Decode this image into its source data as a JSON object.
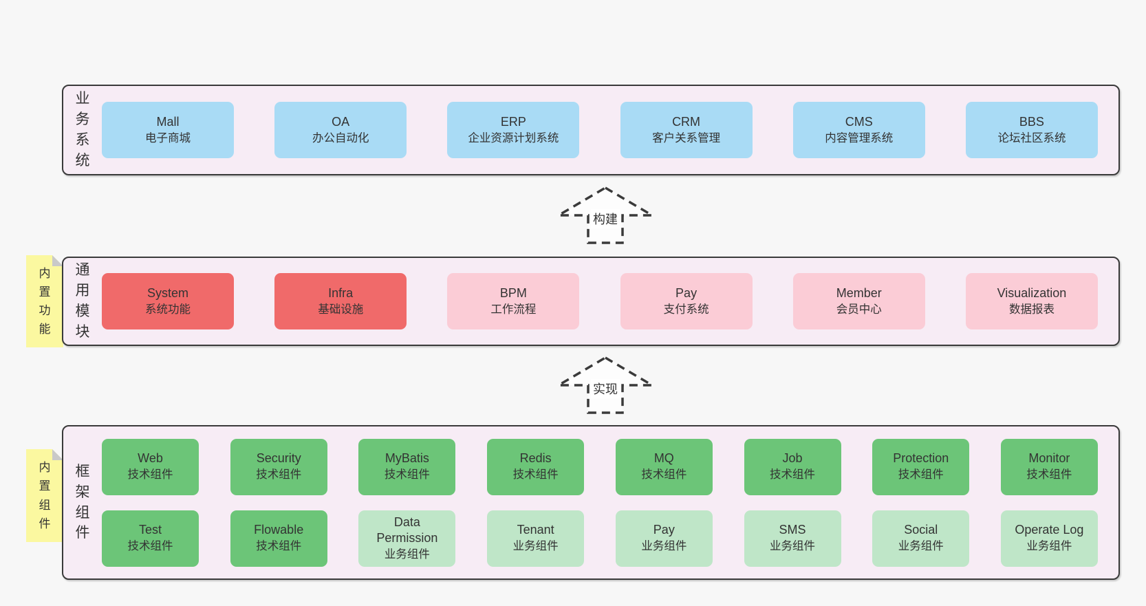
{
  "colors": {
    "page_bg": "#f7f7f7",
    "band_bg": "#f7ecf5",
    "band_border": "#3a3a3a",
    "business_box": "#a9dbf5",
    "core_module_box": "#f06a6a",
    "extend_module_box": "#fbccd6",
    "tech_component_box": "#6cc578",
    "biz_component_box": "#bfe6c8",
    "sticky_note": "#fbf8a0",
    "text": "#333333"
  },
  "arrows": [
    {
      "label": "构建"
    },
    {
      "label": "实现"
    }
  ],
  "bands": {
    "business": {
      "label": "业务系统",
      "boxes": [
        {
          "name": "Mall",
          "subtitle": "电子商城",
          "variant": "blue"
        },
        {
          "name": "OA",
          "subtitle": "办公自动化",
          "variant": "blue"
        },
        {
          "name": "ERP",
          "subtitle": "企业资源计划系统",
          "variant": "blue"
        },
        {
          "name": "CRM",
          "subtitle": "客户关系管理",
          "variant": "blue"
        },
        {
          "name": "CMS",
          "subtitle": "内容管理系统",
          "variant": "blue"
        },
        {
          "name": "BBS",
          "subtitle": "论坛社区系统",
          "variant": "blue"
        }
      ]
    },
    "modules": {
      "label": "通用模块",
      "sticky": "内置功能",
      "boxes": [
        {
          "name": "System",
          "subtitle": "系统功能",
          "variant": "red"
        },
        {
          "name": "Infra",
          "subtitle": "基础设施",
          "variant": "red"
        },
        {
          "name": "BPM",
          "subtitle": "工作流程",
          "variant": "pink"
        },
        {
          "name": "Pay",
          "subtitle": "支付系统",
          "variant": "pink"
        },
        {
          "name": "Member",
          "subtitle": "会员中心",
          "variant": "pink"
        },
        {
          "name": "Visualization",
          "subtitle": "数据报表",
          "variant": "pink"
        }
      ]
    },
    "framework": {
      "label": "框架组件",
      "sticky": "内置组件",
      "row1": [
        {
          "name": "Web",
          "subtitle": "技术组件",
          "variant": "green-dark"
        },
        {
          "name": "Security",
          "subtitle": "技术组件",
          "variant": "green-dark"
        },
        {
          "name": "MyBatis",
          "subtitle": "技术组件",
          "variant": "green-dark"
        },
        {
          "name": "Redis",
          "subtitle": "技术组件",
          "variant": "green-dark"
        },
        {
          "name": "MQ",
          "subtitle": "技术组件",
          "variant": "green-dark"
        },
        {
          "name": "Job",
          "subtitle": "技术组件",
          "variant": "green-dark"
        },
        {
          "name": "Protection",
          "subtitle": "技术组件",
          "variant": "green-dark"
        },
        {
          "name": "Monitor",
          "subtitle": "技术组件",
          "variant": "green-dark"
        }
      ],
      "row2": [
        {
          "name": "Test",
          "subtitle": "技术组件",
          "variant": "green-dark"
        },
        {
          "name": "Flowable",
          "subtitle": "技术组件",
          "variant": "green-dark"
        },
        {
          "name": "Data Permission",
          "subtitle": "业务组件",
          "variant": "green-light"
        },
        {
          "name": "Tenant",
          "subtitle": "业务组件",
          "variant": "green-light"
        },
        {
          "name": "Pay",
          "subtitle": "业务组件",
          "variant": "green-light"
        },
        {
          "name": "SMS",
          "subtitle": "业务组件",
          "variant": "green-light"
        },
        {
          "name": "Social",
          "subtitle": "业务组件",
          "variant": "green-light"
        },
        {
          "name": "Operate Log",
          "subtitle": "业务组件",
          "variant": "green-light"
        }
      ]
    }
  }
}
